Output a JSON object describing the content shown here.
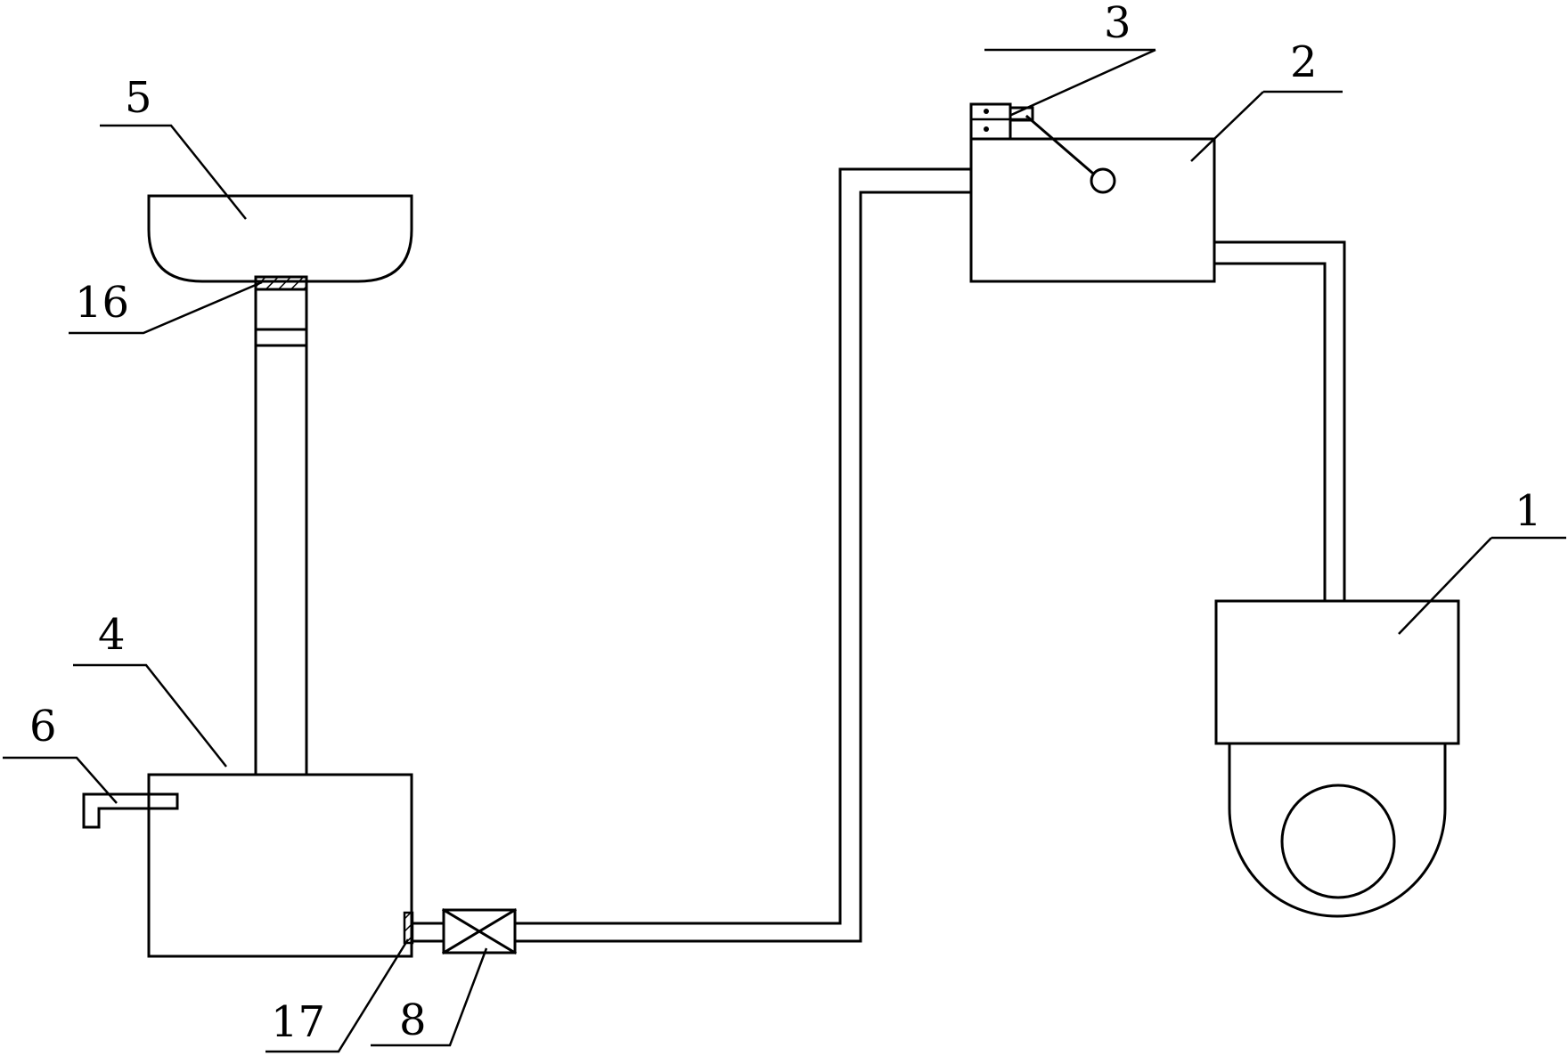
{
  "labels": {
    "washbasin": "5",
    "float_valve": "3",
    "cistern": "2",
    "toilet": "1",
    "water_tank": "4",
    "faucet": "6",
    "filter_top": "16",
    "filter_bottom": "17",
    "valve": "8"
  },
  "colors": {
    "line": "#000000",
    "background": "#ffffff"
  }
}
